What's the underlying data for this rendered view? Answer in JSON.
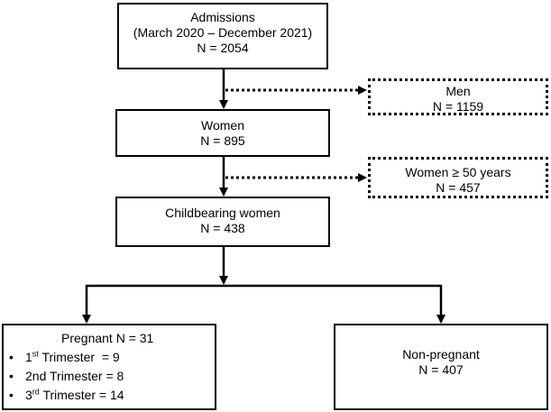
{
  "admissions": {
    "title": "Admissions",
    "period": "(March 2020 – December 2021)",
    "count": "N = 2054"
  },
  "men": {
    "title": "Men",
    "count": "N = 1159"
  },
  "women": {
    "title": "Women",
    "count": "N = 895"
  },
  "women_over_50": {
    "title": "Women ≥ 50 years",
    "count": "N = 457"
  },
  "childbearing": {
    "title": "Childbearing women",
    "count": "N = 438"
  },
  "pregnant": {
    "title": "Pregnant N = 31",
    "trimesters": [
      {
        "num": "1",
        "suffix": "st",
        "text": " Trimester  = 9"
      },
      {
        "num": "2nd Trimester = 8",
        "suffix": "",
        "text": ""
      },
      {
        "num": "3",
        "suffix": "rd",
        "text": " Trimester = 14"
      }
    ]
  },
  "non_pregnant": {
    "title": "Non-pregnant",
    "count": "N = 407"
  }
}
